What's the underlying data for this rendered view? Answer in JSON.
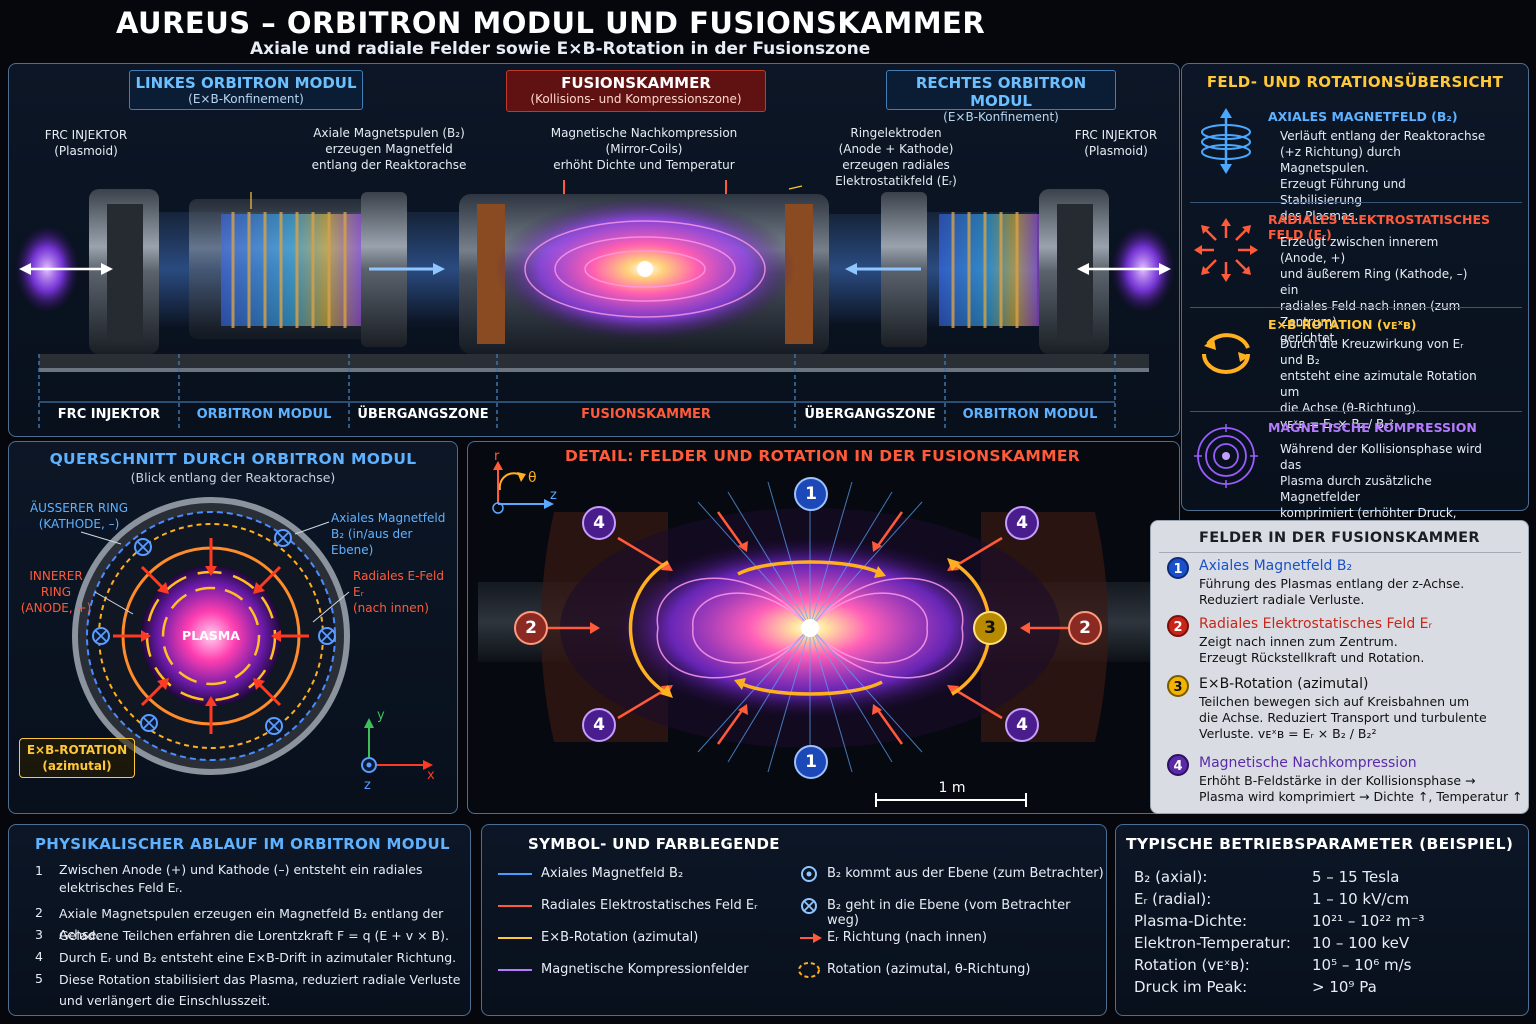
{
  "header": {
    "title": "AUREUS – ORBITRON MODUL UND FUSIONSKAMMER",
    "subtitle": "Axiale und radiale Felder sowie E×B-Rotation in der Fusionszone"
  },
  "reactor": {
    "left_module": {
      "title": "LINKES ORBITRON MODUL",
      "subtitle": "(E×B-Konfinement)"
    },
    "chamber": {
      "title": "FUSIONSKAMMER",
      "subtitle": "(Kollisions- und Kompressionszone)"
    },
    "right_module": {
      "title": "RECHTES ORBITRON MODUL",
      "subtitle": "(E×B-Konfinement)"
    },
    "notes": {
      "frc_left": "FRC INJEKTOR\n(Plasmoid)",
      "coils": "Axiale Magnetspulen (B₂)\nerzeugen Magnetfeld\nentlang der Reaktorachse",
      "mirror": "Magnetische Nachkompression\n(Mirror-Coils)\nerhöht Dichte und Temperatur",
      "rings": "Ringelektroden\n(Anode + Kathode)\nerzeugen radiales\nElektrostatikfeld (Eᵣ)",
      "frc_right": "FRC INJEKTOR\n(Plasmoid)"
    },
    "zones": [
      {
        "label": "FRC INJEKTOR",
        "color": "#ffffff"
      },
      {
        "label": "ORBITRON MODUL",
        "color": "#5fb2ff"
      },
      {
        "label": "ÜBERGANGSZONE",
        "color": "#ffffff"
      },
      {
        "label": "FUSIONSKAMMER",
        "color": "#ff5a3a"
      },
      {
        "label": "ÜBERGANGSZONE",
        "color": "#ffffff"
      },
      {
        "label": "ORBITRON MODUL",
        "color": "#5fb2ff"
      }
    ]
  },
  "overview": {
    "title": "FELD- UND ROTATIONSÜBERSICHT",
    "items": [
      {
        "icon": "axial-field-icon",
        "title": "AXIALES MAGNETFELD (B₂)",
        "color": "#5fb2ff",
        "text": "Verläuft entlang der Reaktorachse\n(+z Richtung) durch Magnetspulen.\nErzeugt Führung und Stabilisierung\ndes Plasmas."
      },
      {
        "icon": "radial-field-icon",
        "title": "RADIALES ELEKTROSTATISCHES FELD (Eᵣ)",
        "color": "#ff5a3a",
        "text": "Erzeugt zwischen innerem (Anode, +)\nund äußerem Ring (Kathode, –) ein\nradiales Feld nach innen (zum Zentrum)\ngerichtet."
      },
      {
        "icon": "rotation-icon",
        "title": "E×B-ROTATION (vᴇˣʙ)",
        "color": "#ffc83a",
        "text": "Durch die Kreuzwirkung von Eᵣ und B₂\nentsteht eine azimutale Rotation um\ndie Achse (θ-Richtung).\nvᴇˣʙ = Eᵣ × B₂ / B₂²"
      },
      {
        "icon": "compression-icon",
        "title": "MAGNETISCHE KOMPRESSION",
        "color": "#b57bff",
        "text": "Während der Kollisionsphase wird das\nPlasma durch zusätzliche Magnetfelder\nkomprimiert (erhöhter Druck, höhere\nDichte und Temperatur)."
      }
    ]
  },
  "cross_section": {
    "title": "QUERSCHNITT DURCH ORBITRON MODUL",
    "subtitle": "(Blick entlang der Reaktorachse)",
    "outer_ring": "ÄUSSERER RING\n(KATHODE, –)",
    "inner_ring": "INNERER RING\n(ANODE, +)",
    "axial_field": "Axiales Magnetfeld\nB₂ (in/aus der Ebene)",
    "radial_field": "Radiales E-Feld Eᵣ\n(nach innen)",
    "plasma": "PLASMA",
    "rotation": "E×B-ROTATION\n(azimutal)",
    "axis_y": "y",
    "axis_x": "x",
    "axis_z": "z"
  },
  "detail": {
    "title": "DETAIL: FELDER UND ROTATION IN DER FUSIONSKAMMER",
    "axis_r": "r",
    "axis_theta": "θ",
    "axis_z": "z",
    "scale": "1 m",
    "markers": [
      "1",
      "2",
      "3",
      "4"
    ]
  },
  "fields": {
    "title": "FELDER IN DER FUSIONSKAMMER",
    "items": [
      {
        "num": "1",
        "title": "Axiales Magnetfeld B₂",
        "color": "#1a50c8",
        "text": "Führung des Plasmas entlang der z-Achse.\nReduziert radiale Verluste."
      },
      {
        "num": "2",
        "title": "Radiales Elektrostatisches Feld Eᵣ",
        "color": "#c8261a",
        "text": "Zeigt nach innen zum Zentrum.\nErzeugt Rückstellkraft und Rotation."
      },
      {
        "num": "3",
        "title": "E×B-Rotation (azimutal)",
        "color": "#111111",
        "text": "Teilchen bewegen sich auf Kreisbahnen um\ndie Achse. Reduziert Transport und turbulente\nVerluste.   vᴇˣʙ = Eᵣ × B₂ / B₂²"
      },
      {
        "num": "4",
        "title": "Magnetische Nachkompression",
        "color": "#5a2aa8",
        "text": "Erhöht B-Feldstärke in der Kollisionsphase →\nPlasma wird komprimiert → Dichte ↑, Temperatur ↑"
      }
    ]
  },
  "process": {
    "title": "PHYSIKALISCHER ABLAUF IM ORBITRON MODUL",
    "steps": [
      {
        "n": "1",
        "text": "Zwischen Anode (+) und Kathode (–) entsteht ein radiales\nelektrisches Feld Eᵣ."
      },
      {
        "n": "2",
        "text": "Axiale Magnetspulen erzeugen ein Magnetfeld B₂ entlang der Achse."
      },
      {
        "n": "3",
        "text": "Geladene Teilchen erfahren die Lorentzkraft F = q (E + v × B)."
      },
      {
        "n": "4",
        "text": "Durch Eᵣ und B₂ entsteht eine E×B-Drift in azimutaler Richtung."
      },
      {
        "n": "5",
        "text": "Diese Rotation stabilisiert das Plasma, reduziert radiale Verluste\nund verlängert die Einschlusszeit."
      }
    ]
  },
  "legend": {
    "title": "SYMBOL- UND FARBLEGENDE",
    "left": [
      {
        "label": "Axiales Magnetfeld B₂",
        "color": "#4a9cff"
      },
      {
        "label": "Radiales Elektrostatisches Feld Eᵣ",
        "color": "#ff5a3a"
      },
      {
        "label": "E×B-Rotation (azimutal)",
        "color": "#ffc83a"
      },
      {
        "label": "Magnetische Kompressionfelder",
        "color": "#b57bff"
      }
    ],
    "right": [
      {
        "icon": "out-of-plane-icon",
        "label": "B₂ kommt aus der Ebene (zum Betrachter)"
      },
      {
        "icon": "into-plane-icon",
        "label": "B₂ geht in die Ebene (vom Betrachter weg)"
      },
      {
        "icon": "arrow-right-icon",
        "label": "Eᵣ Richtung (nach innen)"
      },
      {
        "icon": "rotation-dashed-icon",
        "label": "Rotation (azimutal, θ-Richtung)"
      }
    ]
  },
  "params": {
    "title": "TYPISCHE BETRIEBSPARAMETER (BEISPIEL)",
    "rows": [
      {
        "k": "B₂ (axial):",
        "v": "5 – 15 Tesla"
      },
      {
        "k": "Eᵣ (radial):",
        "v": "1 – 10 kV/cm"
      },
      {
        "k": "Plasma-Dichte:",
        "v": "10²¹ – 10²² m⁻³"
      },
      {
        "k": "Elektron-Temperatur:",
        "v": "10 – 100 keV"
      },
      {
        "k": "Rotation (vᴇˣʙ):",
        "v": "10⁵ – 10⁶ m/s"
      },
      {
        "k": "Druck im Peak:",
        "v": "> 10⁹ Pa"
      }
    ]
  }
}
